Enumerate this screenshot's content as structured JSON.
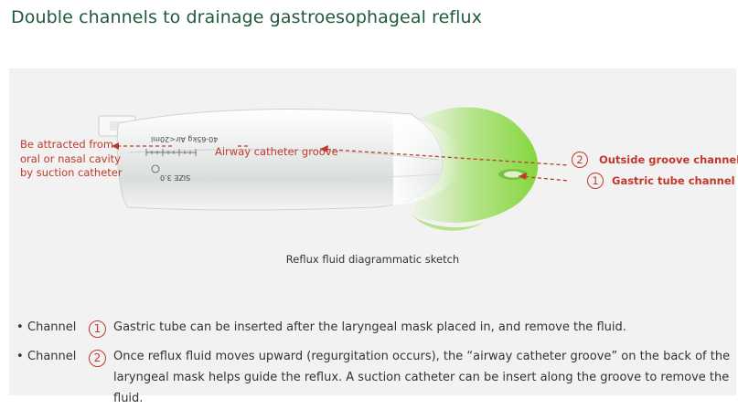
{
  "title": "Double channels to drainage gastroesophageal reflux",
  "figure": {
    "left_note": "Be attracted from oral or nasal cavity by suction catheter",
    "airway_groove_label": "Airway catheter groove",
    "outside_channel": {
      "number": "2",
      "label": "Outside groove channel"
    },
    "gastric_channel": {
      "number": "1",
      "label": "Gastric tube channel"
    },
    "caption": "Reflux fluid diagrammatic sketch",
    "device_print": {
      "line1": "40-65kg  Air<20ml",
      "line2": "SIZE 3.0"
    }
  },
  "notes": [
    {
      "label": "Channel",
      "number": "1",
      "text": "Gastric tube can be inserted after the laryngeal mask placed in, and remove the fluid."
    },
    {
      "label": "Channel",
      "number": "2",
      "text": "Once reflux fluid moves upward (regurgitation occurs), the “airway catheter groove” on the back of the laryngeal mask helps guide the reflux. A suction catheter can be insert along the groove to remove the fluid."
    }
  ],
  "colors": {
    "title": "#1f5a3b",
    "accent_red": "#c0392b",
    "cuff_green": "#8fd94a",
    "panel_bg": "#f2f2f2"
  },
  "bullet_symbol": "•"
}
